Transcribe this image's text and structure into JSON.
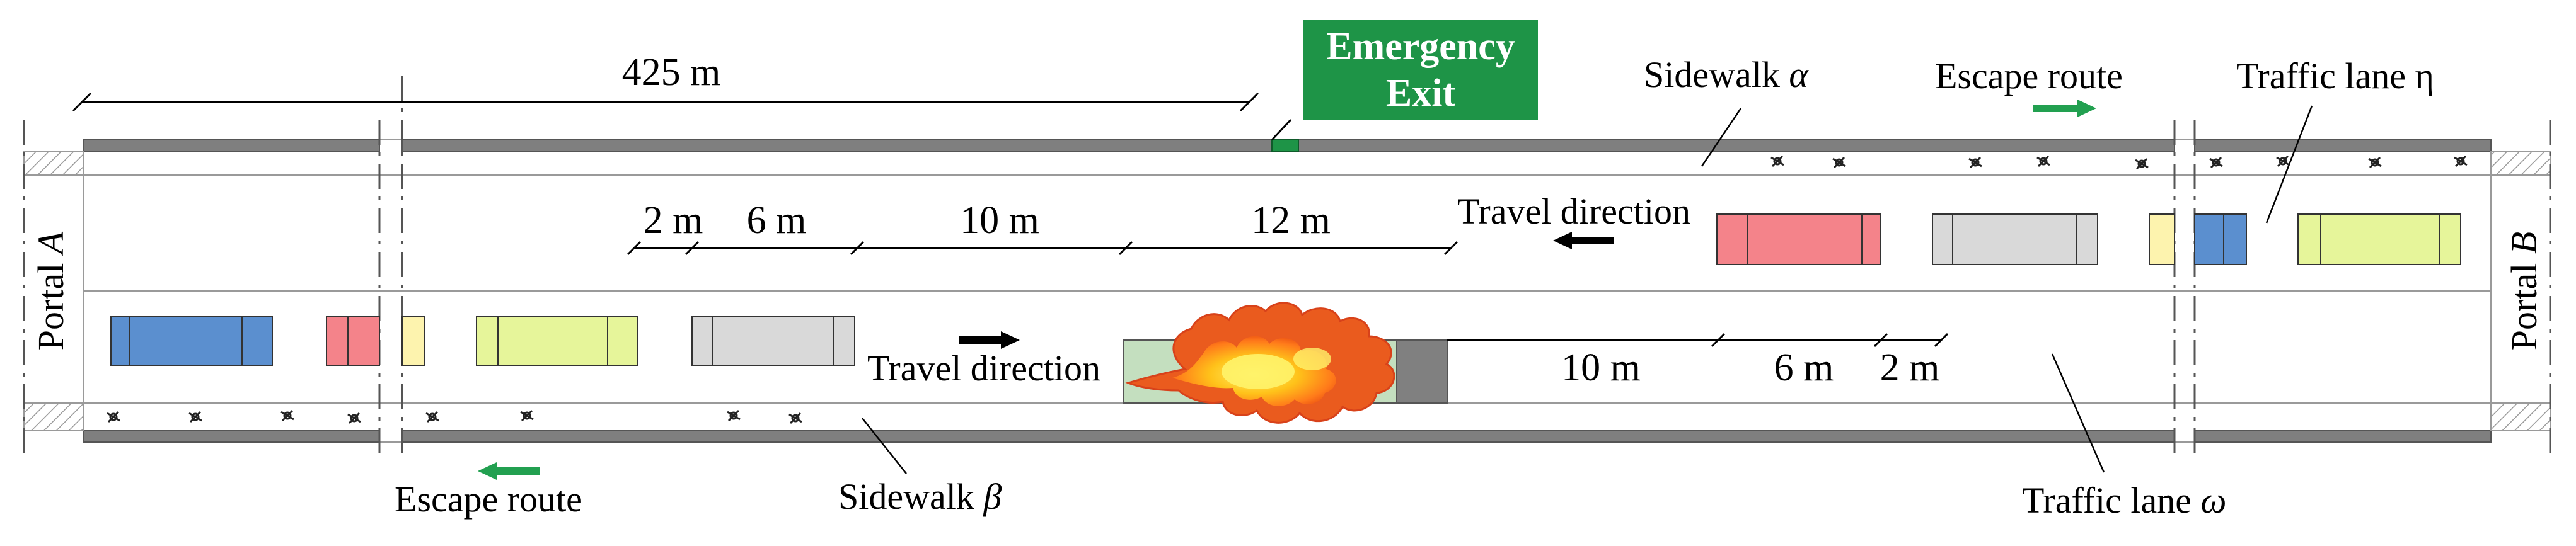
{
  "diagram": {
    "top_distance": "425 m",
    "emergency_exit": {
      "line1": "Emergency",
      "line2": "Exit"
    },
    "sidewalk_alpha": {
      "text": "Sidewalk ",
      "symbol": "α"
    },
    "sidewalk_beta": {
      "text": "Sidewalk ",
      "symbol": "β"
    },
    "escape_route_top": "Escape route",
    "escape_route_bottom": "Escape route",
    "traffic_lane_eta": "Traffic lane η",
    "traffic_lane_omega": {
      "text": "Traffic lane ",
      "symbol": "ω"
    },
    "portal_a": {
      "text": "Portal ",
      "symbol": "A"
    },
    "portal_b": {
      "text": "Portal ",
      "symbol": "B"
    },
    "travel_direction_top": "Travel direction",
    "travel_direction_bottom": "Travel direction",
    "spacing_top": [
      "2 m",
      "6 m",
      "10 m",
      "12 m"
    ],
    "spacing_bottom": [
      "10 m",
      "6 m",
      "2 m"
    ],
    "colors": {
      "exit_green": "#1e9447",
      "arrow_green": "#22a050",
      "vehicle_blue": "#5b8fcf",
      "vehicle_red": "#f4838a",
      "vehicle_yellow": "#fdf3ae",
      "vehicle_lime": "#e6f59a",
      "vehicle_gray": "#d9d9d9",
      "burning_vehicle": "#c4dfbf",
      "wall_gray": "#7f7f7f"
    }
  }
}
